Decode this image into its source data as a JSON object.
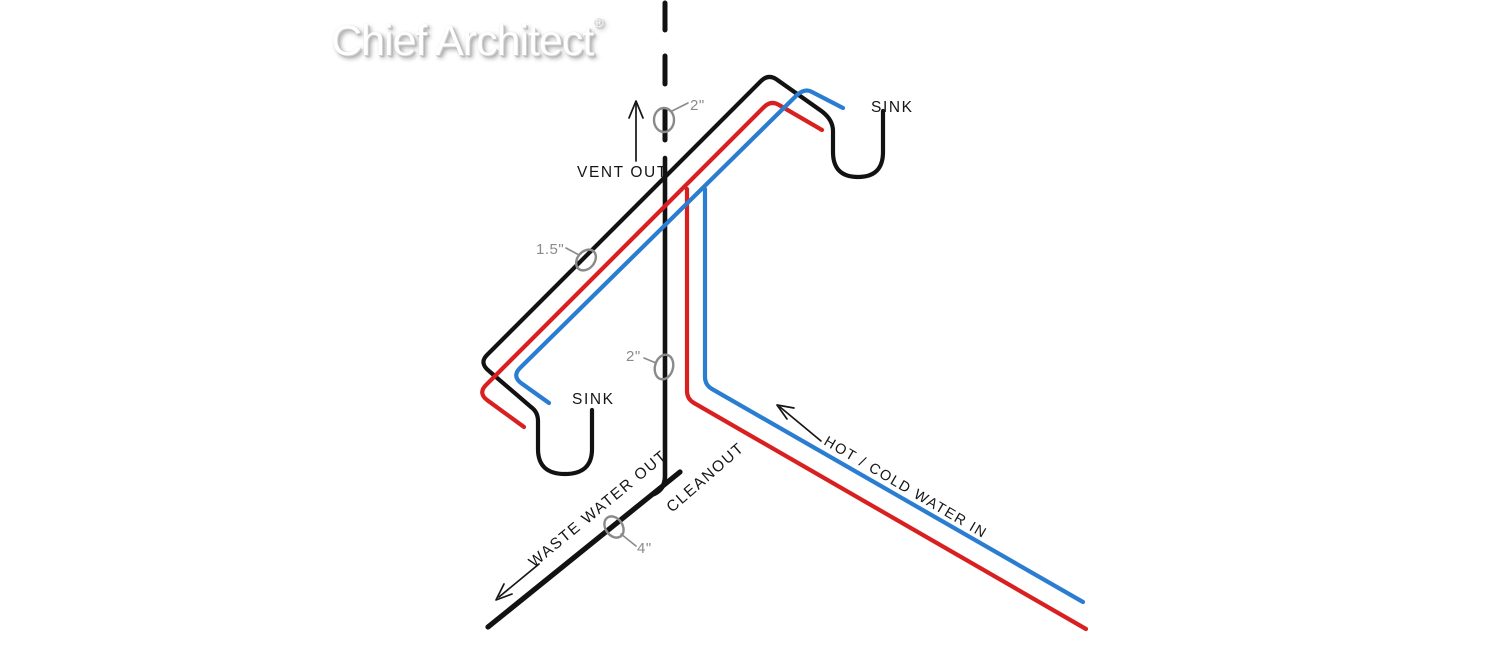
{
  "watermark": {
    "brand": "Chief Architect",
    "registered": "®"
  },
  "colors": {
    "pipe_black": "#121212",
    "hot_water_red": "#d92020",
    "cold_water_blue": "#2a7dd0",
    "label_gray": "#8a8a8a"
  },
  "diagram": {
    "labels": {
      "vent_out": "VENT OUT",
      "sink_top_right": "SINK",
      "sink_bottom_left": "SINK",
      "cleanout": "CLEANOUT",
      "waste_water_out": "WASTE WATER OUT",
      "hot_cold_water_in": "HOT / COLD WATER IN"
    },
    "pipe_sizes": {
      "vent": "2\"",
      "sink_branch": "1.5\"",
      "stack": "2\"",
      "waste_main": "4\""
    }
  }
}
